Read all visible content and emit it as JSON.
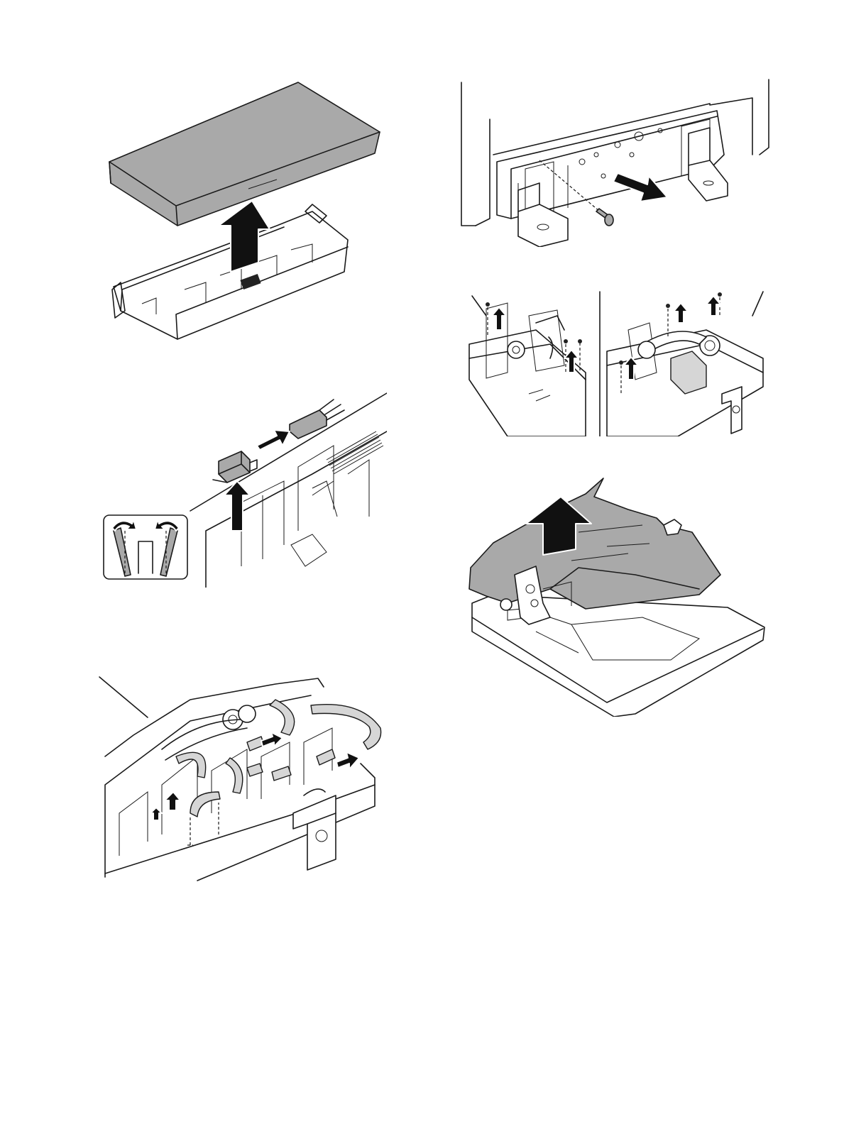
{
  "page": {
    "figures": [
      {
        "id": "fig-1",
        "icon": "cover-removal-illustration"
      },
      {
        "id": "fig-2",
        "icon": "switch-connector-illustration"
      },
      {
        "id": "fig-3",
        "icon": "harness-disconnect-illustration"
      },
      {
        "id": "fig-4",
        "icon": "bracket-screw-illustration"
      },
      {
        "id": "fig-5",
        "icon": "drive-unit-screws-illustration"
      },
      {
        "id": "fig-6",
        "icon": "document-feeder-removal-illustration"
      }
    ]
  }
}
